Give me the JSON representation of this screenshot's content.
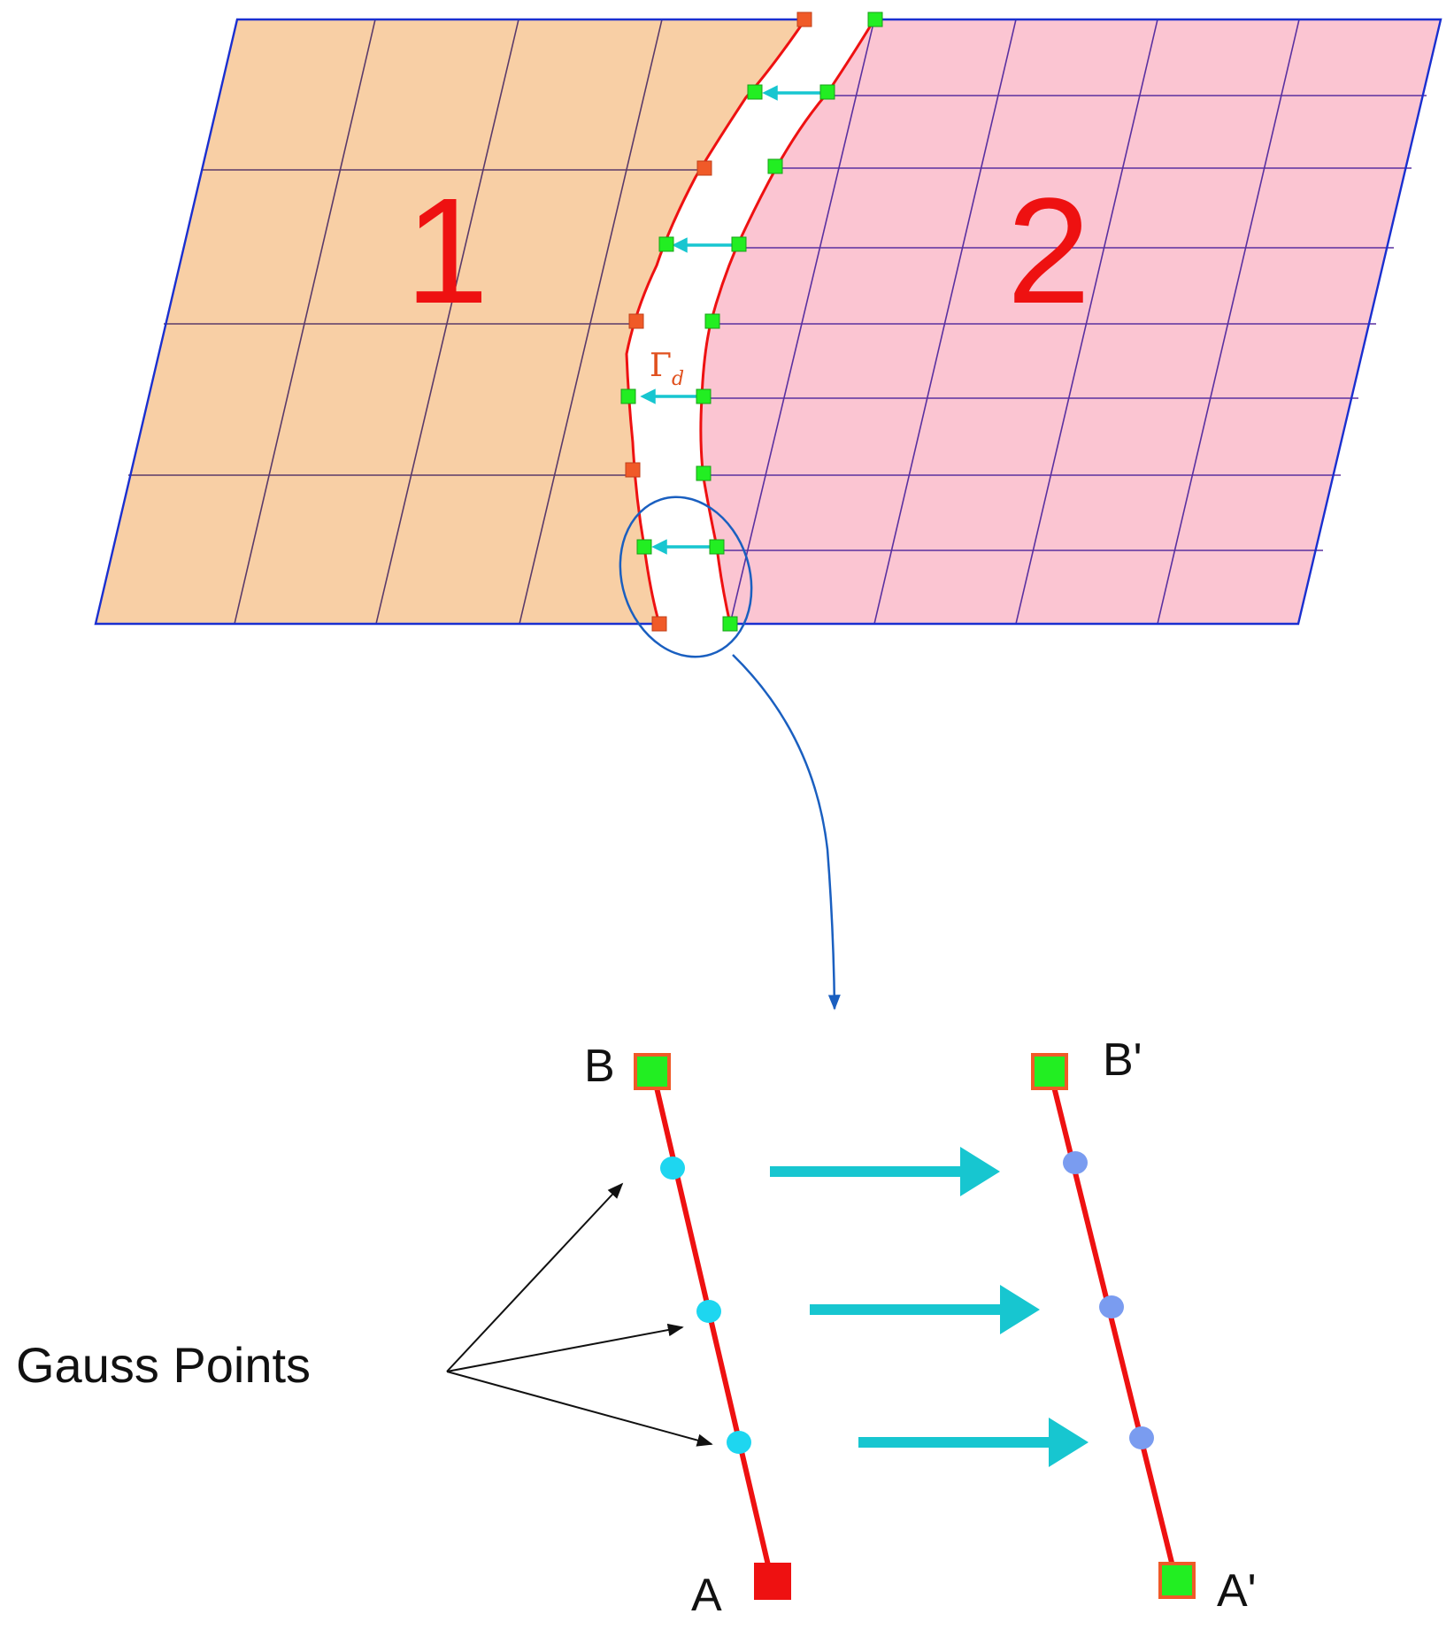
{
  "labels": {
    "subdomain_1": "1",
    "subdomain_2": "2",
    "interface": "Γ",
    "interface_subscript": "d",
    "point_b": "B",
    "point_b_prime": "B'",
    "point_a": "A",
    "point_a_prime": "A'",
    "gauss_points": "Gauss Points"
  },
  "colors": {
    "subdomain_1_fill": "#f8cfa5",
    "subdomain_2_fill": "#fbc5d2",
    "grid_line_1": "#5a3a6a",
    "grid_line_2": "#5a30a0",
    "boundary": "#1a2fd0",
    "interface_line": "#ee1111",
    "node_orange": "#f05a28",
    "node_green": "#22ee22",
    "arrow_cyan": "#17c6d0",
    "gauss_cyan": "#1ed6f0",
    "gauss_blue": "#7a9cf0",
    "zoom_ellipse": "#1a5fc0",
    "label_red": "#ee1111",
    "text_black": "#111111"
  }
}
